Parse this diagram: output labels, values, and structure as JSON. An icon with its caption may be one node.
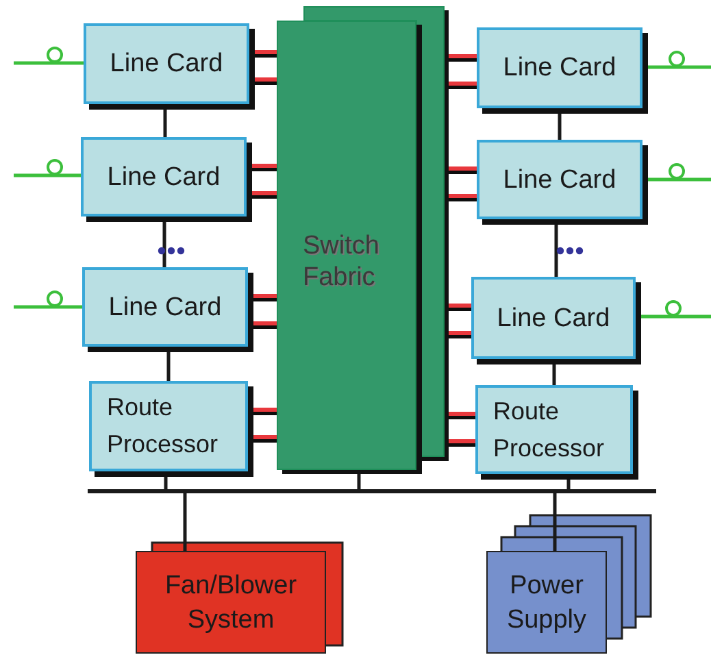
{
  "diagram": {
    "nodes": [
      {
        "text": [
          "Line Card"
        ]
      },
      {
        "text": [
          "Line Card"
        ]
      },
      {
        "text": [
          "Line Card"
        ]
      },
      {
        "text": [
          "Route Processor"
        ]
      },
      {
        "text": [
          "Switch Fabric"
        ]
      },
      {
        "text": [
          "Line Card"
        ]
      },
      {
        "text": [
          "Line Card"
        ]
      },
      {
        "text": [
          "Line Card"
        ]
      },
      {
        "text": [
          "Route Processor"
        ]
      },
      {
        "text": [],
        "shape": "bar"
      },
      {
        "text": [
          "Fan/Blower System"
        ]
      },
      {
        "text": [
          "Power Supply"
        ]
      }
    ],
    "edges": [
      {
        "from": null,
        "to": 0,
        "arrow": "none",
        "color": "#3cbf3c"
      },
      {
        "from": null,
        "to": 1,
        "arrow": "none",
        "color": "#3cbf3c"
      },
      {
        "from": null,
        "to": 2,
        "arrow": "none",
        "color": "#3cbf3c"
      },
      {
        "from": null,
        "to": 5,
        "arrow": "none",
        "color": "#3cbf3c"
      },
      {
        "from": null,
        "to": 6,
        "arrow": "none",
        "color": "#3cbf3c"
      },
      {
        "from": null,
        "to": 7,
        "arrow": "none",
        "color": "#3cbf3c"
      },
      {
        "from": 0,
        "to": 4,
        "arrow": "none"
      },
      {
        "from": 0,
        "to": 4,
        "arrow": "none"
      },
      {
        "from": 1,
        "to": 4,
        "arrow": "none"
      },
      {
        "from": 1,
        "to": 4,
        "arrow": "none"
      },
      {
        "from": 2,
        "to": 4,
        "arrow": "none"
      },
      {
        "from": 2,
        "to": 4,
        "arrow": "none"
      },
      {
        "from": 3,
        "to": 4,
        "arrow": "none"
      },
      {
        "from": 3,
        "to": 4,
        "arrow": "none"
      },
      {
        "from": 4,
        "to": 5,
        "arrow": "none"
      },
      {
        "from": 4,
        "to": 5,
        "arrow": "none"
      },
      {
        "from": 4,
        "to": 6,
        "arrow": "none"
      },
      {
        "from": 4,
        "to": 6,
        "arrow": "none"
      },
      {
        "from": 4,
        "to": 7,
        "arrow": "none"
      },
      {
        "from": 4,
        "to": 7,
        "arrow": "none"
      },
      {
        "from": 4,
        "to": 8,
        "arrow": "none"
      },
      {
        "from": 4,
        "to": 8,
        "arrow": "none"
      },
      {
        "from": 0,
        "to": 1,
        "arrow": "none",
        "color": "#1a1a1a"
      },
      {
        "from": 1,
        "to": 2,
        "arrow": "none",
        "color": "#1a1a1a"
      },
      {
        "from": 2,
        "to": 3,
        "arrow": "none",
        "color": "#1a1a1a"
      },
      {
        "from": 5,
        "to": 6,
        "arrow": "none",
        "color": "#1a1a1a"
      },
      {
        "from": 6,
        "to": 7,
        "arrow": "none",
        "color": "#1a1a1a"
      },
      {
        "from": 7,
        "to": 8,
        "arrow": "none",
        "color": "#1a1a1a"
      },
      {
        "from": 3,
        "to": 9,
        "arrow": "none",
        "color": "#1a1a1a"
      },
      {
        "from": 4,
        "to": 9,
        "arrow": "none",
        "color": "#1a1a1a"
      },
      {
        "from": 8,
        "to": 9,
        "arrow": "none",
        "color": "#1a1a1a"
      },
      {
        "from": 9,
        "to": 10,
        "arrow": "none",
        "color": "#1a1a1a"
      },
      {
        "from": 9,
        "to": 11,
        "arrow": "none",
        "color": "#1a1a1a"
      }
    ]
  }
}
